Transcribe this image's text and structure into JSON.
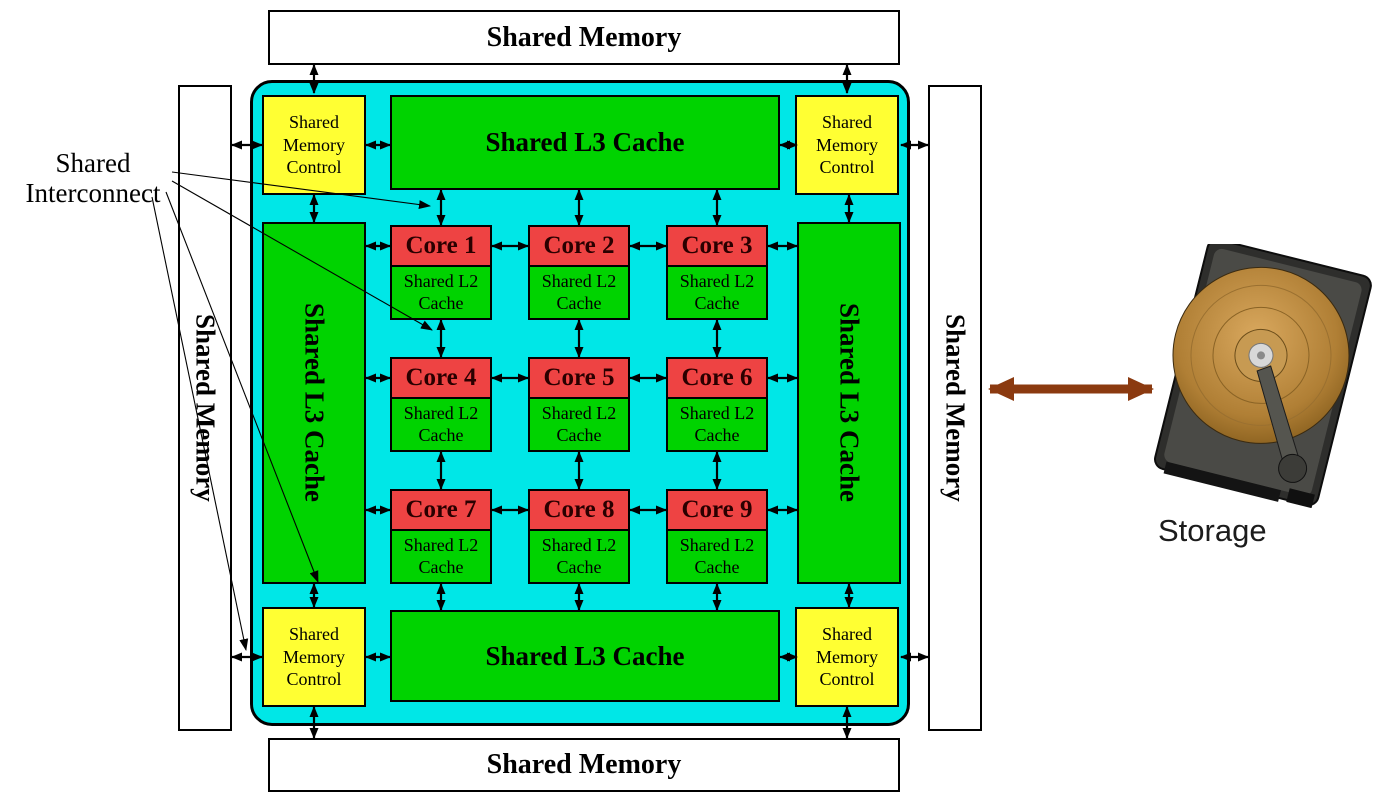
{
  "colors": {
    "chip": "#00e7e7",
    "green": "#00d300",
    "yellow": "#ffff33",
    "red": "#ee4343",
    "brown": "#8b3a10"
  },
  "memory": {
    "top": "Shared Memory",
    "bottom": "Shared Memory",
    "left": "Shared Memory",
    "right": "Shared Memory"
  },
  "l3": {
    "top": "Shared L3 Cache",
    "bottom": "Shared L3 Cache",
    "left": "Shared L3 Cache",
    "right": "Shared L3 Cache"
  },
  "memory_control": {
    "top_left": "Shared Memory Control",
    "top_right": "Shared Memory Control",
    "bottom_left": "Shared Memory Control",
    "bottom_right": "Shared Memory Control"
  },
  "interconnect_label": "Shared Interconnect",
  "storage_label": "Storage",
  "icons": {
    "storage": "hard-drive",
    "connector": "double-headed-arrow"
  },
  "cores": [
    {
      "label": "Core 1",
      "cache": "Shared L2 Cache"
    },
    {
      "label": "Core 2",
      "cache": "Shared L2 Cache"
    },
    {
      "label": "Core 3",
      "cache": "Shared L2 Cache"
    },
    {
      "label": "Core 4",
      "cache": "Shared L2 Cache"
    },
    {
      "label": "Core 5",
      "cache": "Shared L2 Cache"
    },
    {
      "label": "Core 6",
      "cache": "Shared L2 Cache"
    },
    {
      "label": "Core 7",
      "cache": "Shared L2 Cache"
    },
    {
      "label": "Core 8",
      "cache": "Shared L2 Cache"
    },
    {
      "label": "Core 9",
      "cache": "Shared L2 Cache"
    }
  ]
}
